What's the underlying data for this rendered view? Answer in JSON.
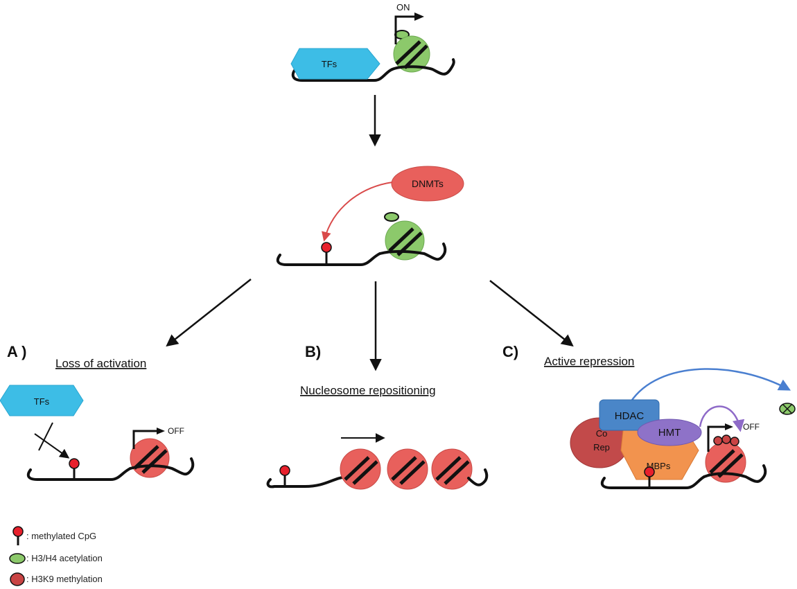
{
  "top": {
    "state_label": "ON",
    "tf_label": "TFs"
  },
  "middle": {
    "enzyme_label": "DNMTs"
  },
  "panels": {
    "a": {
      "letter": "A )",
      "title": "Loss of activation",
      "tf_label": "TFs",
      "state_label": "OFF"
    },
    "b": {
      "letter": "B)",
      "title": "Nucleosome repositioning"
    },
    "c": {
      "letter": "C)",
      "title": "Active repression",
      "hdac_label": "HDAC",
      "corep_line1": "Co",
      "corep_line2": "Rep",
      "hmt_label": "HMT",
      "mbps_label": "MBPs",
      "state_label": "OFF"
    }
  },
  "legend": {
    "items": [
      {
        "label": ": methylated CpG"
      },
      {
        "label": ": H3/H4 acetylation"
      },
      {
        "label": ": H3K9 methylation"
      }
    ]
  },
  "colors": {
    "tf": "#3dbde6",
    "acetyl": "#8cc96b",
    "methyl": "#e8605c",
    "cpg": "#e8202c",
    "hdac": "#4a86c8",
    "corep": "#c24a4a",
    "hmt": "#8e72c8",
    "mbps": "#f2934e"
  }
}
